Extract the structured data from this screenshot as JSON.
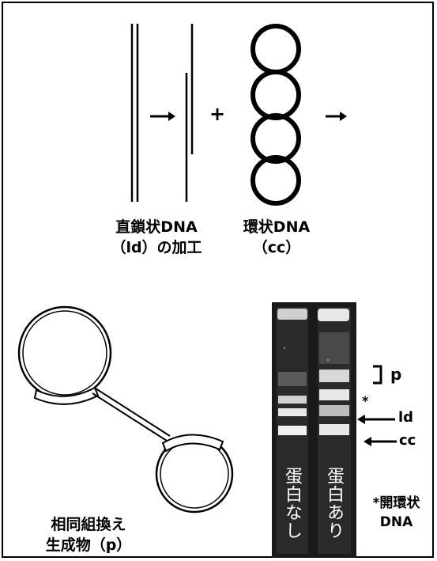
{
  "top": {
    "linear_label_line1": "直鎖状DNA",
    "linear_label_line2": "（ld）の加工",
    "circular_label_line1": "環状DNA",
    "circular_label_line2": "（cc）",
    "plus_sign": "+"
  },
  "product": {
    "label_line1": "相同組換え",
    "label_line2": "生成物（p）"
  },
  "gel": {
    "lane1_label": "蛋白なし",
    "lane2_label": "蛋白あり",
    "star_mark": "*",
    "bracket_label": "p",
    "arrow_ld_label": "ld",
    "arrow_cc_label": "cc",
    "note_line1": "*開環状",
    "note_line2": "DNA",
    "colors": {
      "background": "#1a1a1a",
      "band": "#e8e8e8"
    }
  }
}
